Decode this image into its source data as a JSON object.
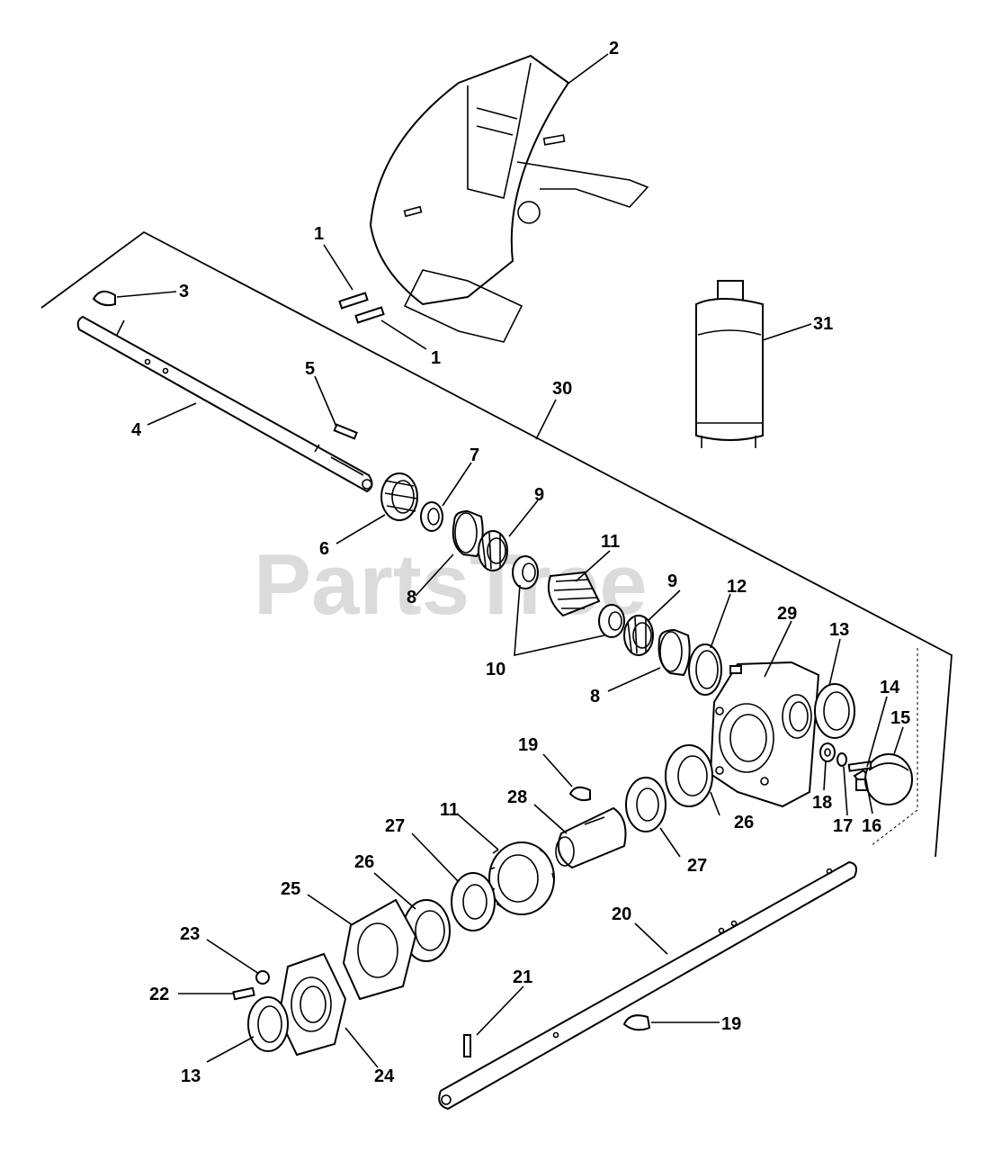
{
  "watermark": {
    "text": "PartsTree",
    "mark": "™"
  },
  "callouts": [
    {
      "id": "c1a",
      "label": "1"
    },
    {
      "id": "c1b",
      "label": "1"
    },
    {
      "id": "c2",
      "label": "2"
    },
    {
      "id": "c3",
      "label": "3"
    },
    {
      "id": "c4",
      "label": "4"
    },
    {
      "id": "c5",
      "label": "5"
    },
    {
      "id": "c6",
      "label": "6"
    },
    {
      "id": "c7",
      "label": "7"
    },
    {
      "id": "c8a",
      "label": "8"
    },
    {
      "id": "c8b",
      "label": "8"
    },
    {
      "id": "c9a",
      "label": "9"
    },
    {
      "id": "c9b",
      "label": "9"
    },
    {
      "id": "c10",
      "label": "10"
    },
    {
      "id": "c11a",
      "label": "11"
    },
    {
      "id": "c11b",
      "label": "11"
    },
    {
      "id": "c12",
      "label": "12"
    },
    {
      "id": "c13a",
      "label": "13"
    },
    {
      "id": "c13b",
      "label": "13"
    },
    {
      "id": "c14",
      "label": "14"
    },
    {
      "id": "c15",
      "label": "15"
    },
    {
      "id": "c16",
      "label": "16"
    },
    {
      "id": "c17",
      "label": "17"
    },
    {
      "id": "c18",
      "label": "18"
    },
    {
      "id": "c19a",
      "label": "19"
    },
    {
      "id": "c19b",
      "label": "19"
    },
    {
      "id": "c20",
      "label": "20"
    },
    {
      "id": "c21",
      "label": "21"
    },
    {
      "id": "c22",
      "label": "22"
    },
    {
      "id": "c23",
      "label": "23"
    },
    {
      "id": "c24",
      "label": "24"
    },
    {
      "id": "c25",
      "label": "25"
    },
    {
      "id": "c26a",
      "label": "26"
    },
    {
      "id": "c26b",
      "label": "26"
    },
    {
      "id": "c27a",
      "label": "27"
    },
    {
      "id": "c27b",
      "label": "27"
    },
    {
      "id": "c28",
      "label": "28"
    },
    {
      "id": "c29",
      "label": "29"
    },
    {
      "id": "c30",
      "label": "30"
    },
    {
      "id": "c31",
      "label": "31"
    }
  ]
}
